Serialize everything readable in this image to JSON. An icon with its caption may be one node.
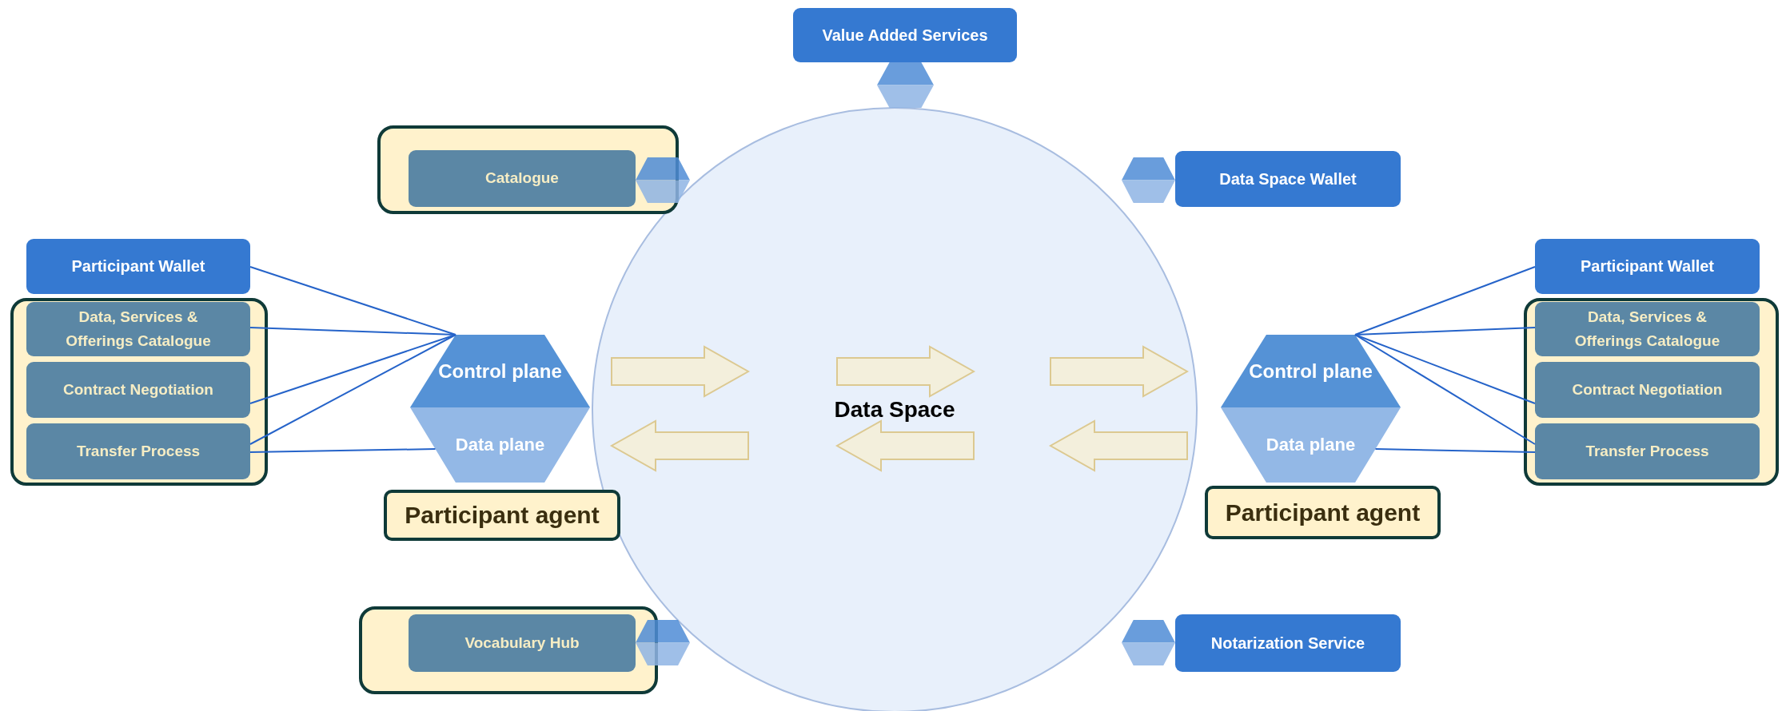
{
  "diagram": {
    "nodes": [
      {
        "text": [
          "Data Space"
        ]
      },
      {
        "text": [
          "Value Added Services"
        ]
      },
      {
        "text": [],
        "shape": "box"
      },
      {
        "text": [
          "Catalogue"
        ],
        "in": 2
      },
      {
        "text": [
          "Data Space Wallet"
        ]
      },
      {
        "text": [
          "Participant Wallet"
        ]
      },
      {
        "text": [],
        "shape": "box"
      },
      {
        "text": [
          "Data, Services & Offerings Catalogue"
        ],
        "in": 6
      },
      {
        "text": [
          "Contract Negotiation"
        ],
        "in": 6
      },
      {
        "text": [
          "Transfer Process"
        ],
        "in": 6
      },
      {
        "text": [
          "Control plane"
        ]
      },
      {
        "text": [
          "Data plane"
        ]
      },
      {
        "text": [
          "Participant agent"
        ]
      },
      {
        "text": [
          "Participant Wallet"
        ]
      },
      {
        "text": [],
        "shape": "box"
      },
      {
        "text": [
          "Data, Services & Offerings Catalogue"
        ],
        "in": 14
      },
      {
        "text": [
          "Contract Negotiation"
        ],
        "in": 14
      },
      {
        "text": [
          "Transfer Process"
        ],
        "in": 14
      },
      {
        "text": [
          "Control plane"
        ]
      },
      {
        "text": [
          "Data plane"
        ]
      },
      {
        "text": [
          "Participant agent"
        ]
      },
      {
        "text": [],
        "shape": "box"
      },
      {
        "text": [
          "Vocabulary Hub"
        ],
        "in": 21
      },
      {
        "text": [
          "Notarization Service"
        ]
      }
    ],
    "edges": [
      {
        "from": 10,
        "to": 5,
        "arrow": "none"
      },
      {
        "from": 10,
        "to": 7,
        "arrow": "none"
      },
      {
        "from": 10,
        "to": 8,
        "arrow": "none"
      },
      {
        "from": 10,
        "to": 9,
        "arrow": "none"
      },
      {
        "from": 11,
        "to": 9,
        "arrow": "none"
      },
      {
        "from": 18,
        "to": 13,
        "arrow": "none"
      },
      {
        "from": 18,
        "to": 15,
        "arrow": "none"
      },
      {
        "from": 18,
        "to": 16,
        "arrow": "none"
      },
      {
        "from": 18,
        "to": 17,
        "arrow": "none"
      },
      {
        "from": 19,
        "to": 17,
        "arrow": "none"
      }
    ]
  }
}
